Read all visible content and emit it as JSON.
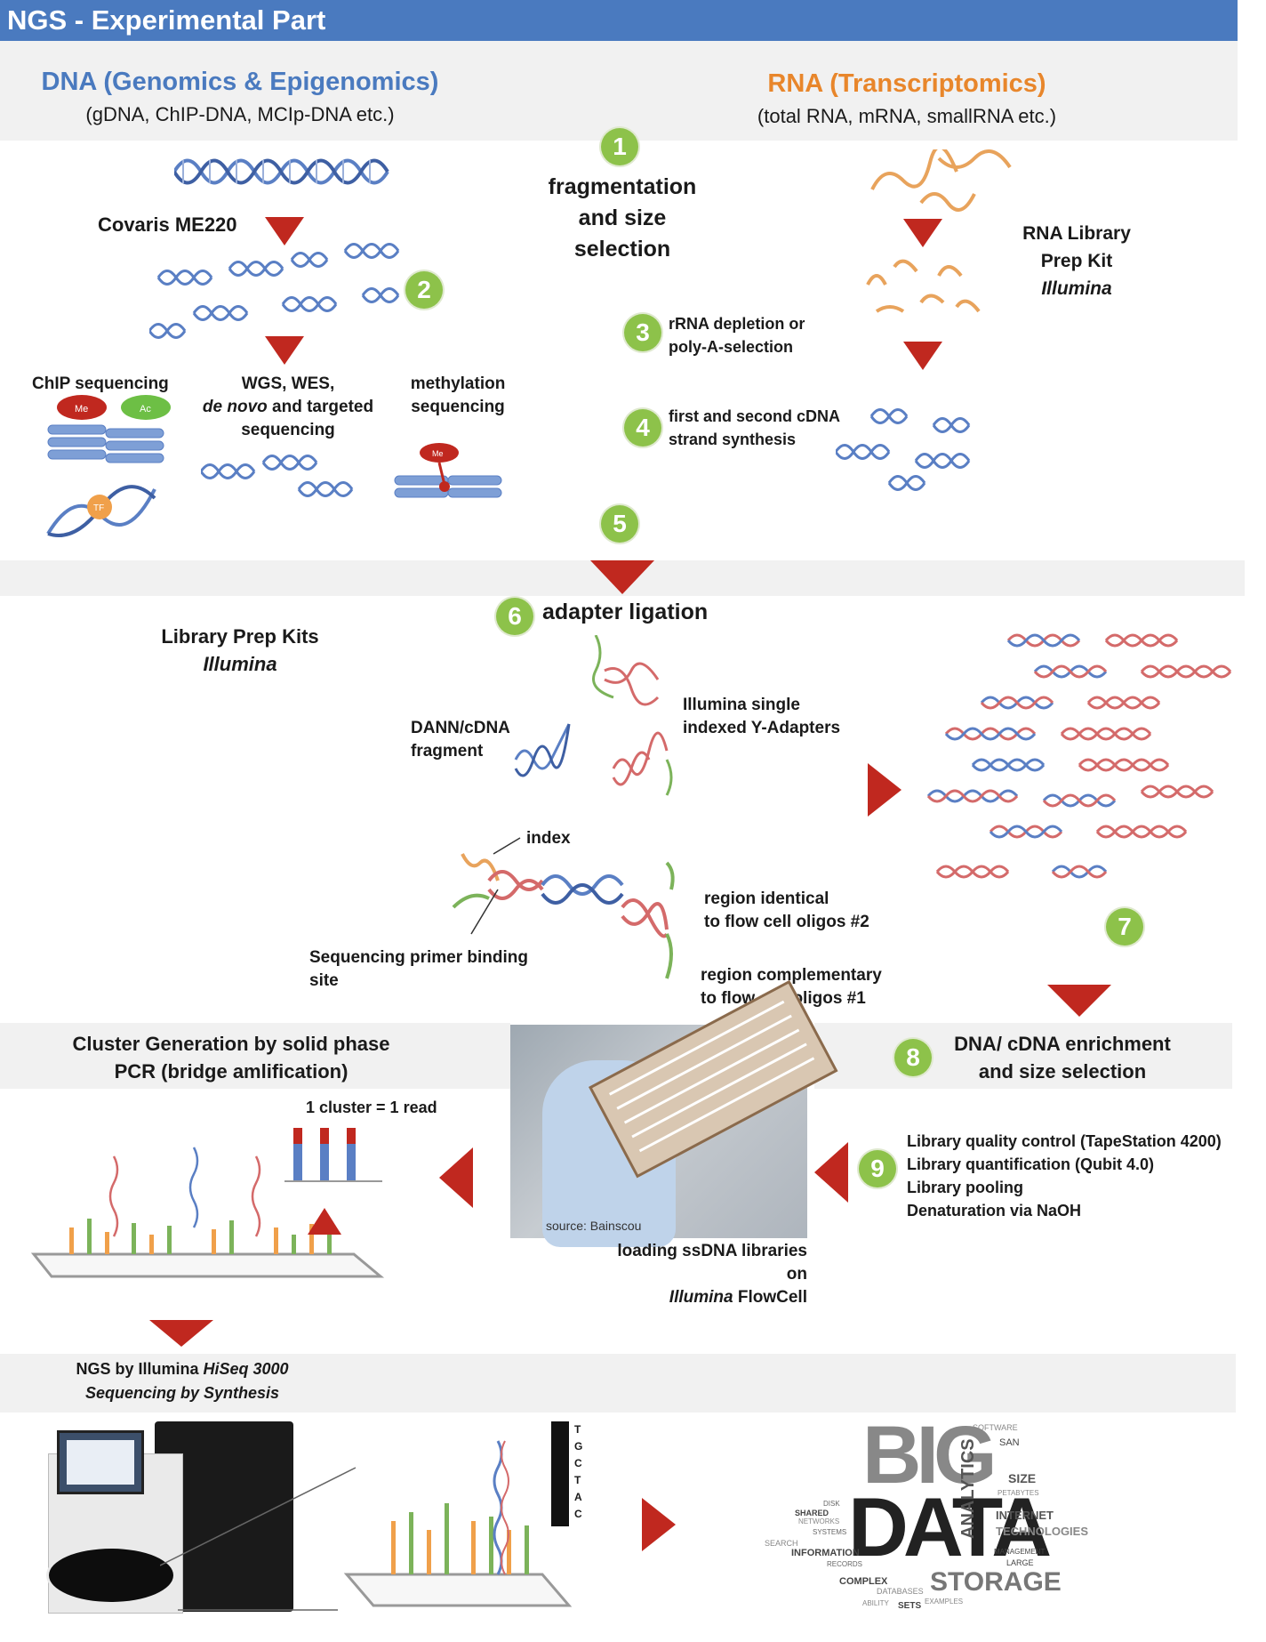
{
  "header": {
    "title": "NGS - Experimental Part"
  },
  "dna": {
    "title": "DNA (Genomics & Epigenomics)",
    "subtitle": "(gDNA, ChIP-DNA, MCIp-DNA etc.)",
    "color": "#4a7abf"
  },
  "rna": {
    "title": "RNA (Transcriptomics)",
    "subtitle": "(total RNA, mRNA, smallRNA etc.)",
    "color": "#e8862b"
  },
  "steps": {
    "s1": "1",
    "s1_line1": "fragmentation",
    "s1_line2": "and size",
    "s1_line3": "selection",
    "s2": "2",
    "s3": "3",
    "s4": "4",
    "s5": "5",
    "s6": "6",
    "s7": "7",
    "s8": "8",
    "s9": "9"
  },
  "dna_side": {
    "covaris": "Covaris ME220",
    "chip": "ChIP sequencing",
    "wgs_line1": "WGS, WES,",
    "wgs_line2_italic": "de novo",
    "wgs_line2_rest": " and targeted",
    "wgs_line3": "sequencing",
    "meth_line1": "methylation",
    "meth_line2": "sequencing",
    "me_label": "Me",
    "ac_label": "Ac",
    "tf_label": "TF",
    "me2_label": "Me"
  },
  "rna_side": {
    "kit_line1": "RNA Library",
    "kit_line2": "Prep Kit",
    "kit_line3": "Illumina",
    "rrna_line1": "rRNA depletion or",
    "rrna_line2": "poly-A-selection",
    "cdna_line1": "first and second cDNA",
    "cdna_line2": "strand synthesis"
  },
  "adapter": {
    "title": "adapter ligation",
    "kits_line1": "Library Prep Kits",
    "kits_line2": "Illumina",
    "fragment_line1": "DANN/cDNA",
    "fragment_line2": "fragment",
    "yadapter_line1": "Illumina single",
    "yadapter_line2": "indexed Y-Adapters",
    "index": "index",
    "primer_line1": "Sequencing primer binding",
    "primer_line2": "site",
    "identical_line1": "region identical",
    "identical_line2": "to flow cell oligos #2",
    "complementary_line1": "region complementary",
    "complementary_line2": "to flow cell oligos #1"
  },
  "cluster": {
    "title_line1": "Cluster Generation by solid phase",
    "title_line2": "PCR (bridge amlification)",
    "note": "1 cluster = 1 read"
  },
  "flowcell": {
    "source": "source: Bainscou",
    "caption_line1": "loading ssDNA libraries on",
    "caption_line2_italic": "Illumina",
    "caption_line2_rest": " FlowCell"
  },
  "enrichment": {
    "line1": "DNA/ cDNA enrichment",
    "line2": "and size selection"
  },
  "qc": {
    "items": [
      "Library quality control (TapeStation 4200)",
      "Library quantification (Qubit 4.0)",
      "Library pooling",
      "Denaturation via NaOH"
    ]
  },
  "sequencing": {
    "line1_prefix": "NGS by Illumina ",
    "line1_italic": "HiSeq 3000",
    "line2": "Sequencing by Synthesis",
    "bases": [
      "T",
      "G",
      "C",
      "T",
      "A",
      "C"
    ]
  },
  "bigdata": {
    "big": "BIG",
    "data": "DATA",
    "analytics": "ANALYTICS",
    "storage": "STORAGE",
    "words": [
      "SOFTWARE",
      "SAN",
      "SIZE",
      "INTERNET",
      "TECHNOLOGIES",
      "INFORMATION",
      "COMPLEX",
      "DATABASES",
      "SETS",
      "NETWORKS",
      "MANAGEMENT",
      "LARGE",
      "SHARED",
      "SYSTEMS",
      "RECORDS",
      "SEARCH",
      "DISK",
      "EXAMPLES",
      "ABILITY",
      "PETABYTES"
    ]
  },
  "colors": {
    "accent_red": "#c0281f",
    "badge_green": "#8dc24a",
    "header_blue": "#4a7abf",
    "dna_blue": "#5a7fc4",
    "rna_orange": "#e8862b"
  }
}
